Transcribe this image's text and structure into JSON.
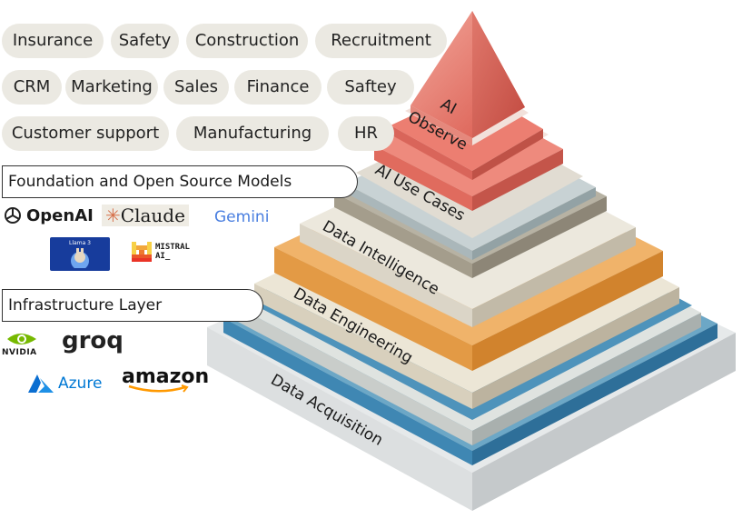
{
  "industry_tags": {
    "row1": [
      "Insurance",
      "Safety",
      "Construction",
      "Recruitment"
    ],
    "row2": [
      "CRM",
      "Marketing",
      "Sales",
      "Finance",
      "Saftey"
    ],
    "row3": [
      "Customer support",
      "Manufacturing",
      "HR"
    ]
  },
  "foundation_models": {
    "title": "Foundation and Open Source Models",
    "logos": {
      "openai": "OpenAI",
      "claude": "Claude",
      "gemini": "Gemini",
      "llama_badge": "Llama 3",
      "mistral_line1": "MISTRAL",
      "mistral_line2": "AI_"
    }
  },
  "infrastructure": {
    "title": "Infrastructure Layer",
    "logos": {
      "nvidia": "NVIDIA",
      "groq": "groq",
      "azure": "Azure",
      "amazon": "amazon"
    }
  },
  "pyramid_layers": {
    "top_line1": "AI",
    "top_line2": "Observe",
    "use_cases": "AI Use Cases",
    "intelligence": "Data  Intelligence",
    "engineering": "Data  Engineering",
    "acquisition": "Data  Acquisition"
  },
  "colors": {
    "top": "#e8786c",
    "use_cases": "#b9b6a9",
    "intelligence": "#e6e1d4",
    "orange": "#e7a14e",
    "engineering_blue": "#4a90b8",
    "acquisition": "#e3e6e7"
  }
}
